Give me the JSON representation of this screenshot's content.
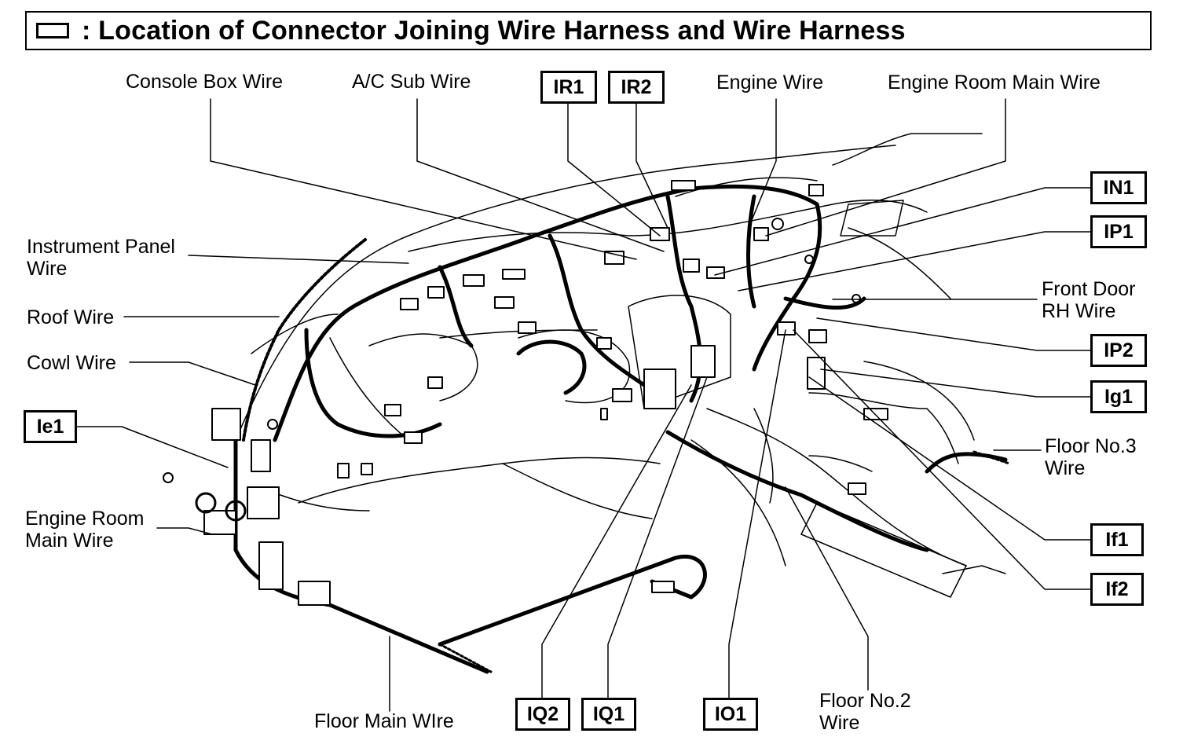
{
  "title": {
    "icon": "connector-box-icon",
    "text": ": Location of Connector Joining Wire Harness and Wire Harness"
  },
  "wire_labels": {
    "console_box_wire": "Console Box Wire",
    "ac_sub_wire": "A/C Sub Wire",
    "engine_wire": "Engine Wire",
    "engine_room_main_wire_top": "Engine Room Main Wire",
    "instrument_panel_wire": "Instrument Panel\nWire",
    "roof_wire": "Roof Wire",
    "cowl_wire": "Cowl Wire",
    "engine_room_main_wire_left": "Engine Room\nMain Wire",
    "front_door_rh_wire": "Front Door\nRH Wire",
    "floor_no3_wire": "Floor No.3\nWire",
    "floor_main_wire": "Floor Main WIre",
    "floor_no2_wire": "Floor No.2\nWire"
  },
  "connectors": {
    "IR1": "IR1",
    "IR2": "IR2",
    "IN1": "IN1",
    "IP1": "IP1",
    "IP2": "IP2",
    "Ig1": "Ig1",
    "Ie1": "Ie1",
    "If1": "If1",
    "If2": "If2",
    "IQ2": "IQ2",
    "IQ1": "IQ1",
    "IO1": "IO1"
  }
}
